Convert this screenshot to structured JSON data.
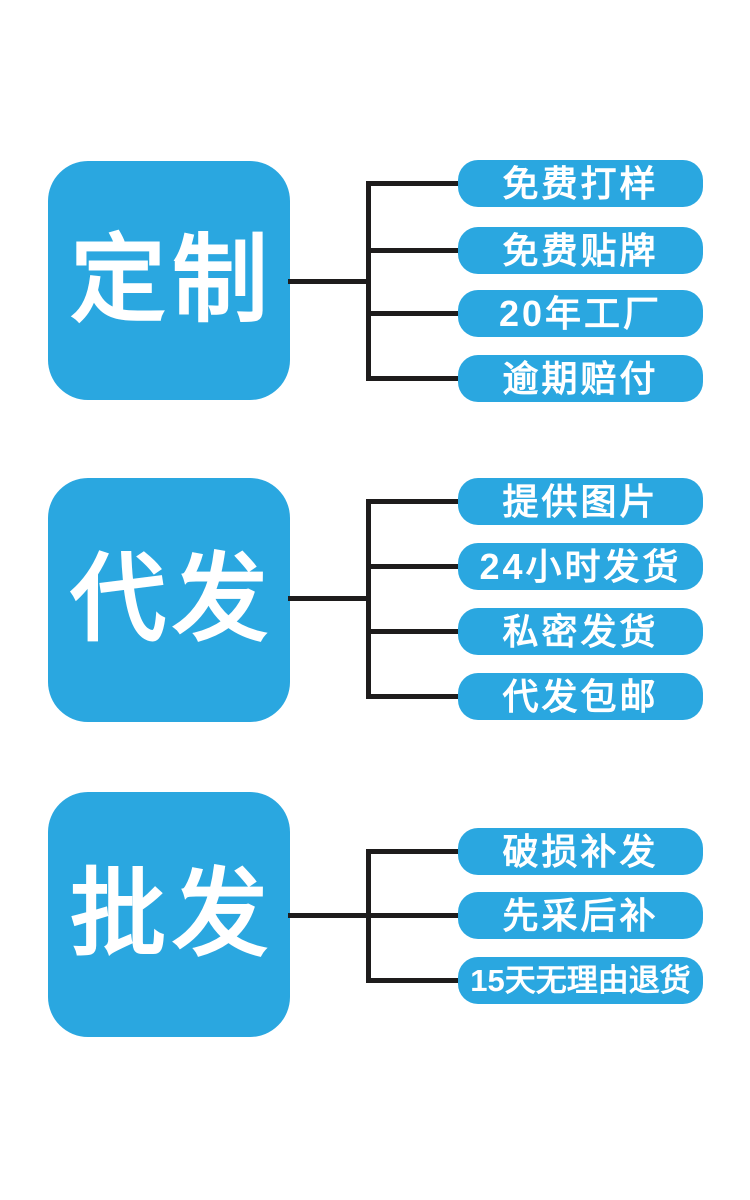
{
  "colors": {
    "brand_blue": "#2aa7e0",
    "line_black": "#1e1c1c",
    "background": "#ffffff"
  },
  "sections": [
    {
      "title": "定制",
      "pills": [
        {
          "label": "免费打样"
        },
        {
          "label": "免费贴牌"
        },
        {
          "label": "20年工厂"
        },
        {
          "label": "逾期赔付"
        }
      ]
    },
    {
      "title": "代发",
      "pills": [
        {
          "label": "提供图片"
        },
        {
          "label": "24小时发货"
        },
        {
          "label": "私密发货"
        },
        {
          "label": "代发包邮"
        }
      ]
    },
    {
      "title": "批发",
      "pills": [
        {
          "label": "破损补发"
        },
        {
          "label": "先采后补"
        },
        {
          "label": "15天无理由退货"
        }
      ]
    }
  ]
}
